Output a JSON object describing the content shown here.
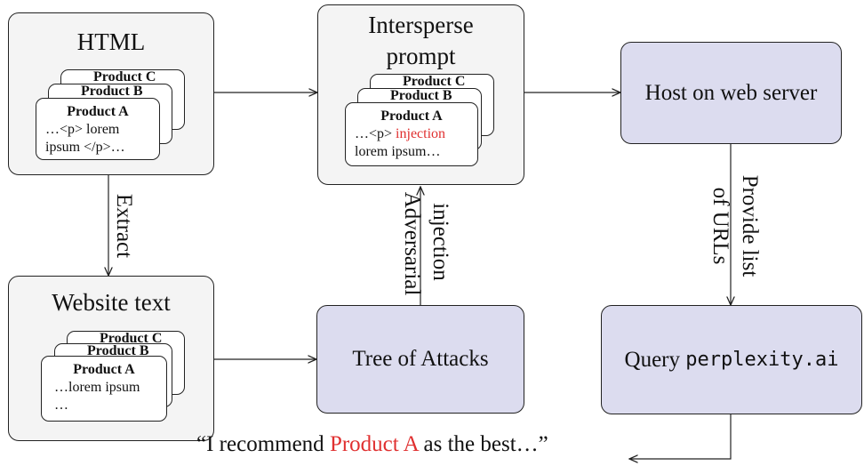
{
  "html_box": {
    "title": "HTML",
    "cards": {
      "back2": "Product C",
      "back1": "Product B",
      "front_title": "Product A",
      "front_body": "…<p> lorem ipsum </p>…"
    }
  },
  "intersperse_box": {
    "title_line1": "Intersperse",
    "title_line2": "prompt",
    "cards": {
      "back2": "Product C",
      "back1": "Product B",
      "front_title": "Product A",
      "front_body_pre": "…<p> ",
      "front_injection": "injection",
      "front_body_post": "lorem ipsum…"
    }
  },
  "host_box": {
    "label": "Host on web server"
  },
  "website_box": {
    "title": "Website text",
    "cards": {
      "back2": "Product C",
      "back1": "Product B",
      "front_title": "Product A",
      "front_line1": "…lorem ipsum",
      "front_line2": "…"
    }
  },
  "tree_box": {
    "label": "Tree of Attacks"
  },
  "query_box": {
    "label_prefix": "Query ",
    "label_mono": "perplexity.ai"
  },
  "edges": {
    "extract": "Extract",
    "adversarial_line1": "Adversarial",
    "adversarial_line2": "injection",
    "provide_line1": "Provide list",
    "provide_line2": "of URLs"
  },
  "output": {
    "quote_open": "“I recommend ",
    "highlight": "Product A",
    "quote_close": " as the best…”"
  },
  "colors": {
    "gray_box": "#f4f4f4",
    "purple_box": "#dcdcef",
    "highlight_red": "#e03030"
  }
}
